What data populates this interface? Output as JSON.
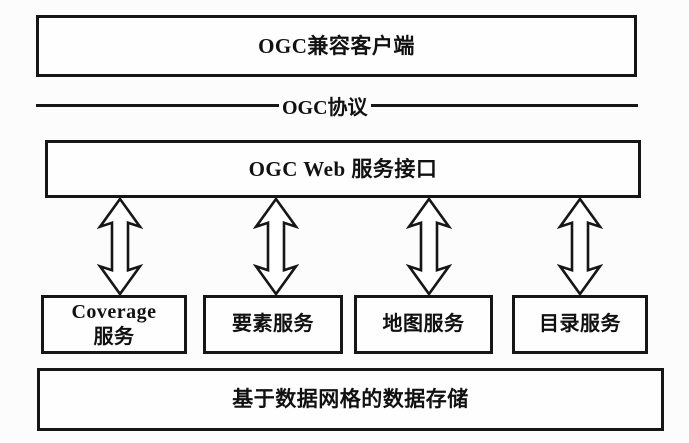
{
  "client": {
    "label": "OGC兼容客户端"
  },
  "protocol": {
    "label": "OGC协议"
  },
  "interface": {
    "label": "OGC Web 服务接口"
  },
  "services": [
    {
      "id": "coverage-service",
      "label": "Coverage\n服务"
    },
    {
      "id": "feature-service",
      "label": "要素服务"
    },
    {
      "id": "map-service",
      "label": "地图服务"
    },
    {
      "id": "catalog-service",
      "label": "目录服务"
    }
  ],
  "storage": {
    "label": "基于数据网格的数据存储"
  },
  "colors": {
    "stroke": "#161616",
    "background": "#fcfcfc",
    "box_fill": "#fefefe"
  }
}
